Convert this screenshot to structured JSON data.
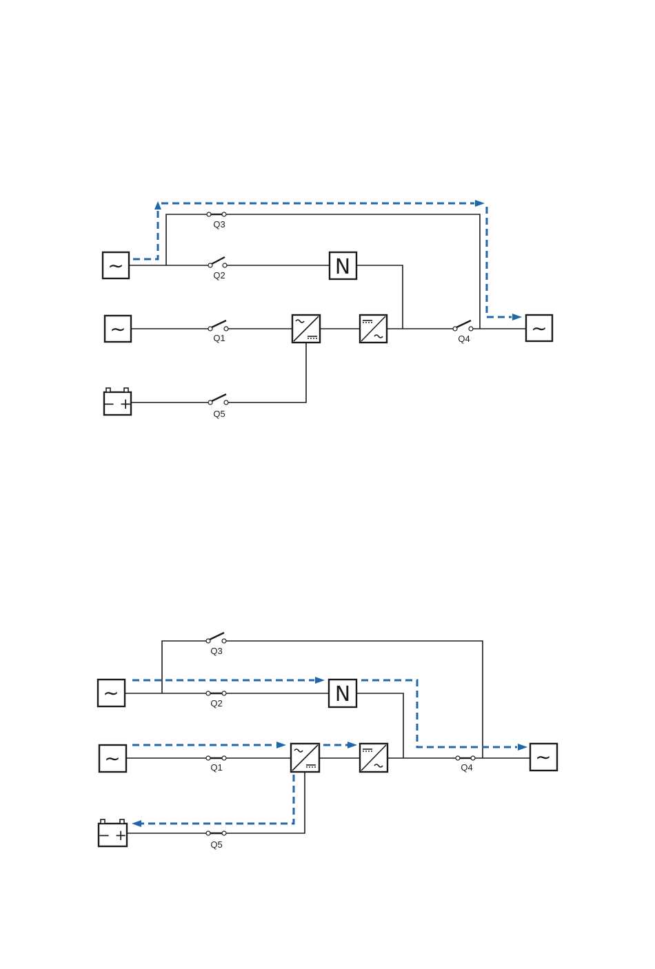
{
  "diagrams": [
    {
      "switches": {
        "q3": "Q3",
        "q2": "Q2",
        "q1": "Q1",
        "q5": "Q5",
        "q4": "Q4"
      },
      "symbols": {
        "ac": "∼",
        "bypass": "N",
        "battery": "− +"
      }
    },
    {
      "switches": {
        "q3": "Q3",
        "q2": "Q2",
        "q1": "Q1",
        "q5": "Q5",
        "q4": "Q4"
      },
      "symbols": {
        "ac": "∼",
        "bypass": "N",
        "battery": "− +"
      }
    }
  ],
  "colors": {
    "flow": "#1f67a8",
    "wire": "#1a1a1a"
  },
  "icons": [
    "ac-source-icon",
    "static-switch-icon",
    "rectifier-icon",
    "inverter-icon",
    "battery-icon",
    "switch-icon"
  ]
}
